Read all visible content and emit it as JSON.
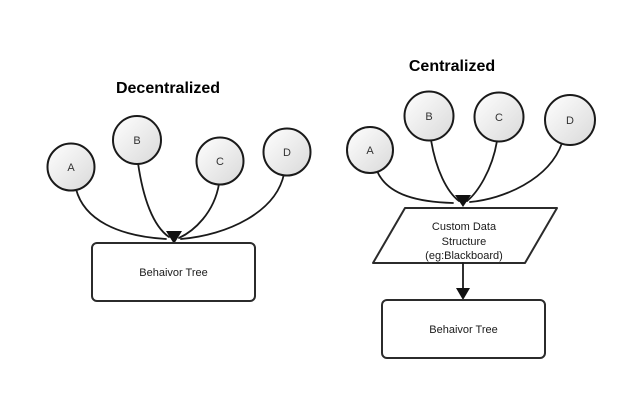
{
  "canvas": {
    "background_color": "#ffffff",
    "stroke_color": "#1a1a1a"
  },
  "decentralized": {
    "title": "Decentralized",
    "nodes": [
      {
        "label": "A"
      },
      {
        "label": "B"
      },
      {
        "label": "C"
      },
      {
        "label": "D"
      }
    ],
    "tree_box": {
      "label": "Behaivor Tree"
    }
  },
  "centralized": {
    "title": "Centralized",
    "nodes": [
      {
        "label": "A"
      },
      {
        "label": "B"
      },
      {
        "label": "C"
      },
      {
        "label": "D"
      }
    ],
    "data_structure": {
      "line1": "Custom Data",
      "line2": "Structure",
      "line3": "(eg:Blackboard)"
    },
    "tree_box": {
      "label": "Behaivor Tree"
    }
  }
}
